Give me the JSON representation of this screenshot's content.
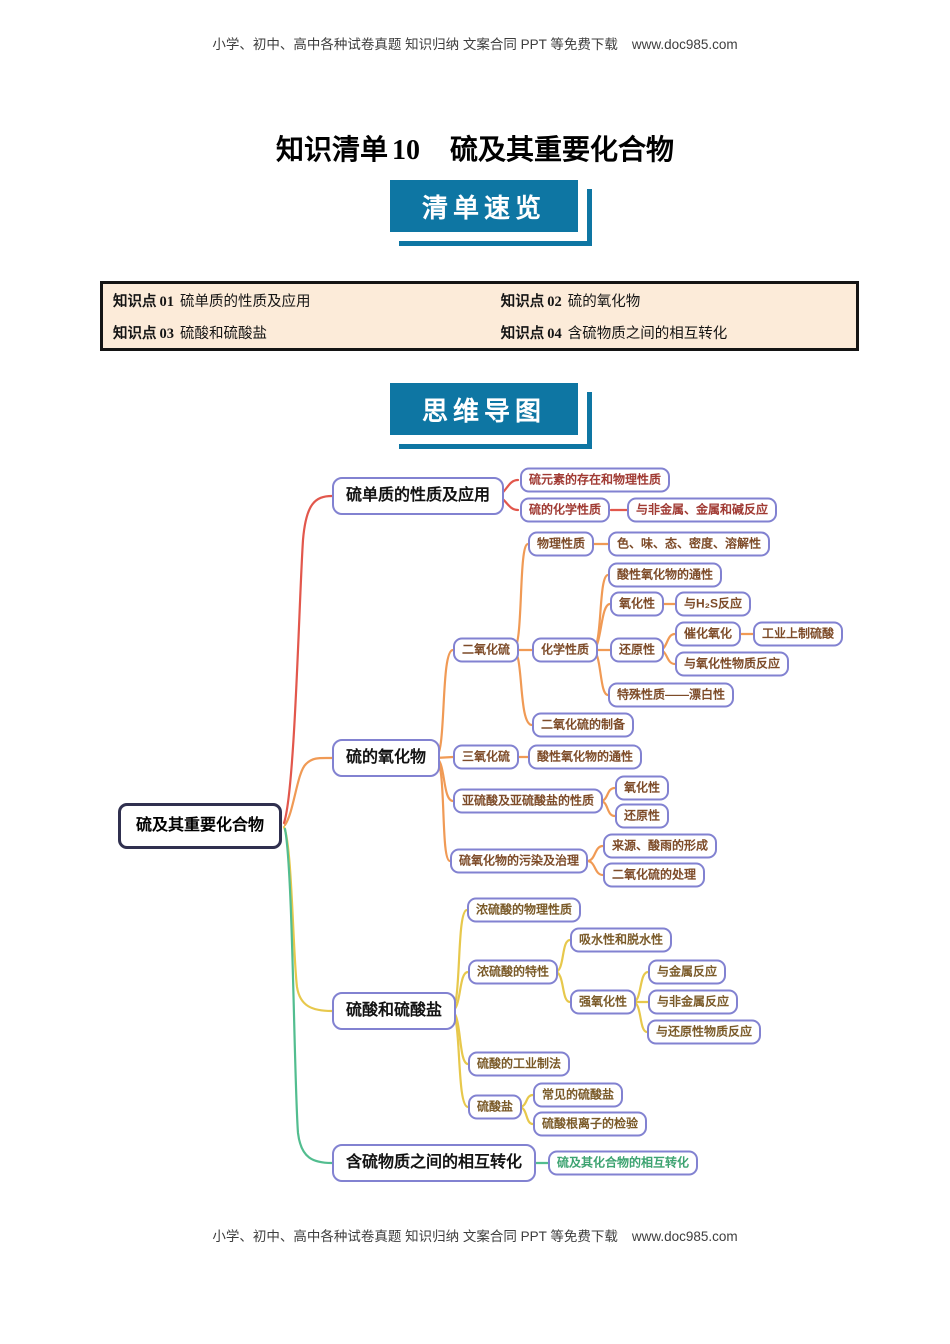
{
  "colors": {
    "badge_teal": "#0e76a3",
    "kp_bg": "#fcebd9",
    "kp_border": "#141414",
    "node_border": "#8282d1",
    "root_border": "#30304f",
    "line_red": "#e2574c",
    "line_orange": "#f09a55",
    "line_yellow": "#e7c84c",
    "line_green": "#52bd8f",
    "text_red": "#a03a33",
    "text_brown": "#7d4b28",
    "text_olive": "#7a5a28",
    "text_green": "#3da371"
  },
  "header": {
    "text": "小学、初中、高中各种试卷真题 知识归纳 文案合同 PPT 等免费下载",
    "url": "www.doc985.com"
  },
  "footer": {
    "text": "小学、初中、高中各种试卷真题 知识归纳 文案合同 PPT 等免费下载",
    "url": "www.doc985.com"
  },
  "title": {
    "prefix": "知识清单",
    "num": "10",
    "main": "硫及其重要化合物"
  },
  "badges": {
    "overview": "清单速览",
    "mindmap": "思维导图"
  },
  "knowledge_points": [
    {
      "prefix": "知识点",
      "num": "01",
      "text": "硫单质的性质及应用"
    },
    {
      "prefix": "知识点",
      "num": "02",
      "text": "硫的氧化物"
    },
    {
      "prefix": "知识点",
      "num": "03",
      "text": "硫酸和硫酸盐"
    },
    {
      "prefix": "知识点",
      "num": "04",
      "text": "含硫物质之间的相互转化"
    }
  ],
  "mindmap": {
    "root": "硫及其重要化合物",
    "branches": [
      {
        "label": "硫单质的性质及应用",
        "children": [
          {
            "label": "硫元素的存在和物理性质"
          },
          {
            "label": "硫的化学性质",
            "children": [
              {
                "label": "与非金属、金属和碱反应"
              }
            ]
          }
        ]
      },
      {
        "label": "硫的氧化物",
        "children": [
          {
            "label": "二氧化硫",
            "children": [
              {
                "label": "物理性质",
                "children": [
                  {
                    "label": "色、味、态、密度、溶解性"
                  }
                ]
              },
              {
                "label": "化学性质",
                "children": [
                  {
                    "label": "酸性氧化物的通性"
                  },
                  {
                    "label": "氧化性",
                    "children": [
                      {
                        "label": "与H₂S反应"
                      }
                    ]
                  },
                  {
                    "label": "还原性",
                    "children": [
                      {
                        "label": "催化氧化",
                        "children": [
                          {
                            "label": "工业上制硫酸"
                          }
                        ]
                      },
                      {
                        "label": "与氧化性物质反应"
                      }
                    ]
                  },
                  {
                    "label": "特殊性质——漂白性"
                  }
                ]
              },
              {
                "label": "二氧化硫的制备"
              }
            ]
          },
          {
            "label": "三氧化硫",
            "children": [
              {
                "label": "酸性氧化物的通性"
              }
            ]
          },
          {
            "label": "亚硫酸及亚硫酸盐的性质",
            "children": [
              {
                "label": "氧化性"
              },
              {
                "label": "还原性"
              }
            ]
          },
          {
            "label": "硫氧化物的污染及治理",
            "children": [
              {
                "label": "来源、酸雨的形成"
              },
              {
                "label": "二氧化硫的处理"
              }
            ]
          }
        ]
      },
      {
        "label": "硫酸和硫酸盐",
        "children": [
          {
            "label": "浓硫酸的物理性质"
          },
          {
            "label": "浓硫酸的特性",
            "children": [
              {
                "label": "吸水性和脱水性"
              },
              {
                "label": "强氧化性",
                "children": [
                  {
                    "label": "与金属反应"
                  },
                  {
                    "label": "与非金属反应"
                  },
                  {
                    "label": "与还原性物质反应"
                  }
                ]
              }
            ]
          },
          {
            "label": "硫酸的工业制法"
          },
          {
            "label": "硫酸盐",
            "children": [
              {
                "label": "常见的硫酸盐"
              },
              {
                "label": "硫酸根离子的检验"
              }
            ]
          }
        ]
      },
      {
        "label": "含硫物质之间的相互转化",
        "children": [
          {
            "label": "硫及其化合物的相互转化"
          }
        ]
      }
    ]
  }
}
